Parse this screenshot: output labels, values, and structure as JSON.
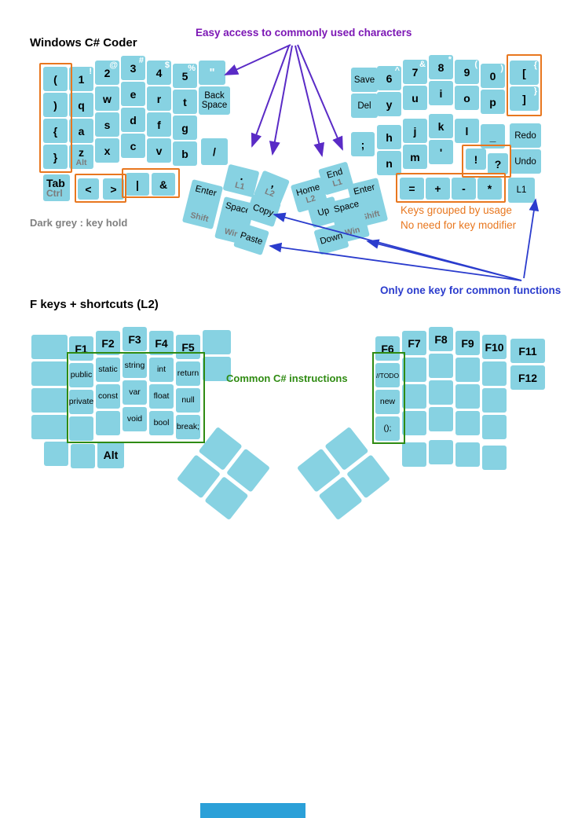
{
  "titles": {
    "top_layout": "Windows C# Coder",
    "bottom_layout": "F keys + shortcuts (L2)"
  },
  "annotations": {
    "easy_access": "Easy access to commonly used characters",
    "dark_grey_note": "Dark grey : key hold",
    "grouped_line1": "Keys grouped by usage",
    "grouped_line2": "No need for key modifier",
    "one_key_note": "Only one key for common functions",
    "csharp_note": "Common C# instructions"
  },
  "colors": {
    "key_blue": "#87d2e2",
    "highlight_orange": "#e8771f",
    "annotation_purple": "#7c17b5",
    "annotation_blue": "#2b3ccd",
    "annotation_green": "#2f8b12",
    "hold_grey": "#7b7b7b"
  },
  "keys": {
    "lparen": {
      "main": "("
    },
    "rparen": {
      "main": ")"
    },
    "lbrace": {
      "main": "{"
    },
    "rbrace": {
      "main": "}"
    },
    "n1": {
      "main": "1",
      "shift": "!"
    },
    "n2": {
      "main": "2",
      "shift": "@"
    },
    "n3": {
      "main": "3",
      "shift": "#"
    },
    "n4": {
      "main": "4",
      "shift": "$"
    },
    "n5": {
      "main": "5",
      "shift": "%"
    },
    "q": {
      "main": "q"
    },
    "w": {
      "main": "w"
    },
    "e": {
      "main": "e"
    },
    "r": {
      "main": "r"
    },
    "t": {
      "main": "t"
    },
    "a": {
      "main": "a"
    },
    "s": {
      "main": "s"
    },
    "d": {
      "main": "d"
    },
    "f": {
      "main": "f"
    },
    "g": {
      "main": "g"
    },
    "z": {
      "main": "z",
      "hold": "Alt"
    },
    "x": {
      "main": "x"
    },
    "c": {
      "main": "c"
    },
    "v": {
      "main": "v"
    },
    "b": {
      "main": "b"
    },
    "quote": {
      "main": "\""
    },
    "backspace": {
      "main": "Back Space"
    },
    "slash": {
      "main": "/"
    },
    "tab": {
      "main": "Tab",
      "hold": "Ctrl"
    },
    "lt": {
      "main": "<"
    },
    "gt": {
      "main": ">"
    },
    "pipe": {
      "main": "|"
    },
    "amp": {
      "main": "&"
    },
    "lt_enter": {
      "main": "Enter",
      "hold": "Shift"
    },
    "lt_dot": {
      "main": ".",
      "hold": "L1"
    },
    "lt_comma": {
      "main": ",",
      "hold": "L2"
    },
    "lt_space": {
      "main": "Space",
      "hold": "Win"
    },
    "lt_copy": {
      "main": "Copy"
    },
    "lt_paste": {
      "main": "Paste"
    },
    "save": {
      "main": "Save"
    },
    "del": {
      "main": "Del"
    },
    "semi": {
      "main": ";"
    },
    "n6": {
      "main": "6",
      "shift": "^"
    },
    "n7": {
      "main": "7",
      "shift": "&"
    },
    "n8": {
      "main": "8",
      "shift": "*"
    },
    "n9": {
      "main": "9",
      "shift": "("
    },
    "n0": {
      "main": "0",
      "shift": ")"
    },
    "lbracket": {
      "main": "[",
      "shift": "{"
    },
    "rbracket": {
      "main": "]",
      "shift": "}"
    },
    "y": {
      "main": "y"
    },
    "u": {
      "main": "u"
    },
    "i": {
      "main": "i"
    },
    "o": {
      "main": "o"
    },
    "p": {
      "main": "p"
    },
    "h": {
      "main": "h"
    },
    "j": {
      "main": "j"
    },
    "k": {
      "main": "k"
    },
    "l": {
      "main": "l"
    },
    "underscore": {
      "main": "_"
    },
    "redo": {
      "main": "Redo"
    },
    "undo": {
      "main": "Undo"
    },
    "n": {
      "main": "n"
    },
    "m": {
      "main": "m"
    },
    "apos": {
      "main": "'"
    },
    "excl": {
      "main": "!"
    },
    "quest": {
      "main": "?"
    },
    "eq": {
      "main": "="
    },
    "plus": {
      "main": "+"
    },
    "minus": {
      "main": "-"
    },
    "star": {
      "main": "*"
    },
    "l1key": {
      "main": "L1"
    },
    "rt_home": {
      "main": "Home",
      "hold": "L2"
    },
    "rt_end": {
      "main": "End",
      "hold": "L1"
    },
    "rt_enter": {
      "main": "Enter",
      "hold": "Shift"
    },
    "rt_up": {
      "main": "Up"
    },
    "rt_space": {
      "main": "Space",
      "hold": "Win"
    },
    "rt_down": {
      "main": "Down"
    },
    "f1": {
      "main": "F1"
    },
    "f2": {
      "main": "F2"
    },
    "f3": {
      "main": "F3"
    },
    "f4": {
      "main": "F4"
    },
    "f5": {
      "main": "F5"
    },
    "f6": {
      "main": "F6"
    },
    "f7": {
      "main": "F7"
    },
    "f8": {
      "main": "F8"
    },
    "f9": {
      "main": "F9"
    },
    "f10": {
      "main": "F10"
    },
    "f11": {
      "main": "F11"
    },
    "f12": {
      "main": "F12"
    },
    "public": {
      "main": "public"
    },
    "static": {
      "main": "static"
    },
    "string": {
      "main": "string"
    },
    "int": {
      "main": "int"
    },
    "return": {
      "main": "return"
    },
    "private": {
      "main": "private"
    },
    "const": {
      "main": "const"
    },
    "var": {
      "main": "var"
    },
    "float": {
      "main": "float"
    },
    "null": {
      "main": "null"
    },
    "void": {
      "main": "void"
    },
    "bool": {
      "main": "bool"
    },
    "break": {
      "main": "break;"
    },
    "alt": {
      "main": "Alt"
    },
    "todo": {
      "main": "//TODO"
    },
    "new": {
      "main": "new"
    },
    "parens": {
      "main": "();"
    }
  }
}
